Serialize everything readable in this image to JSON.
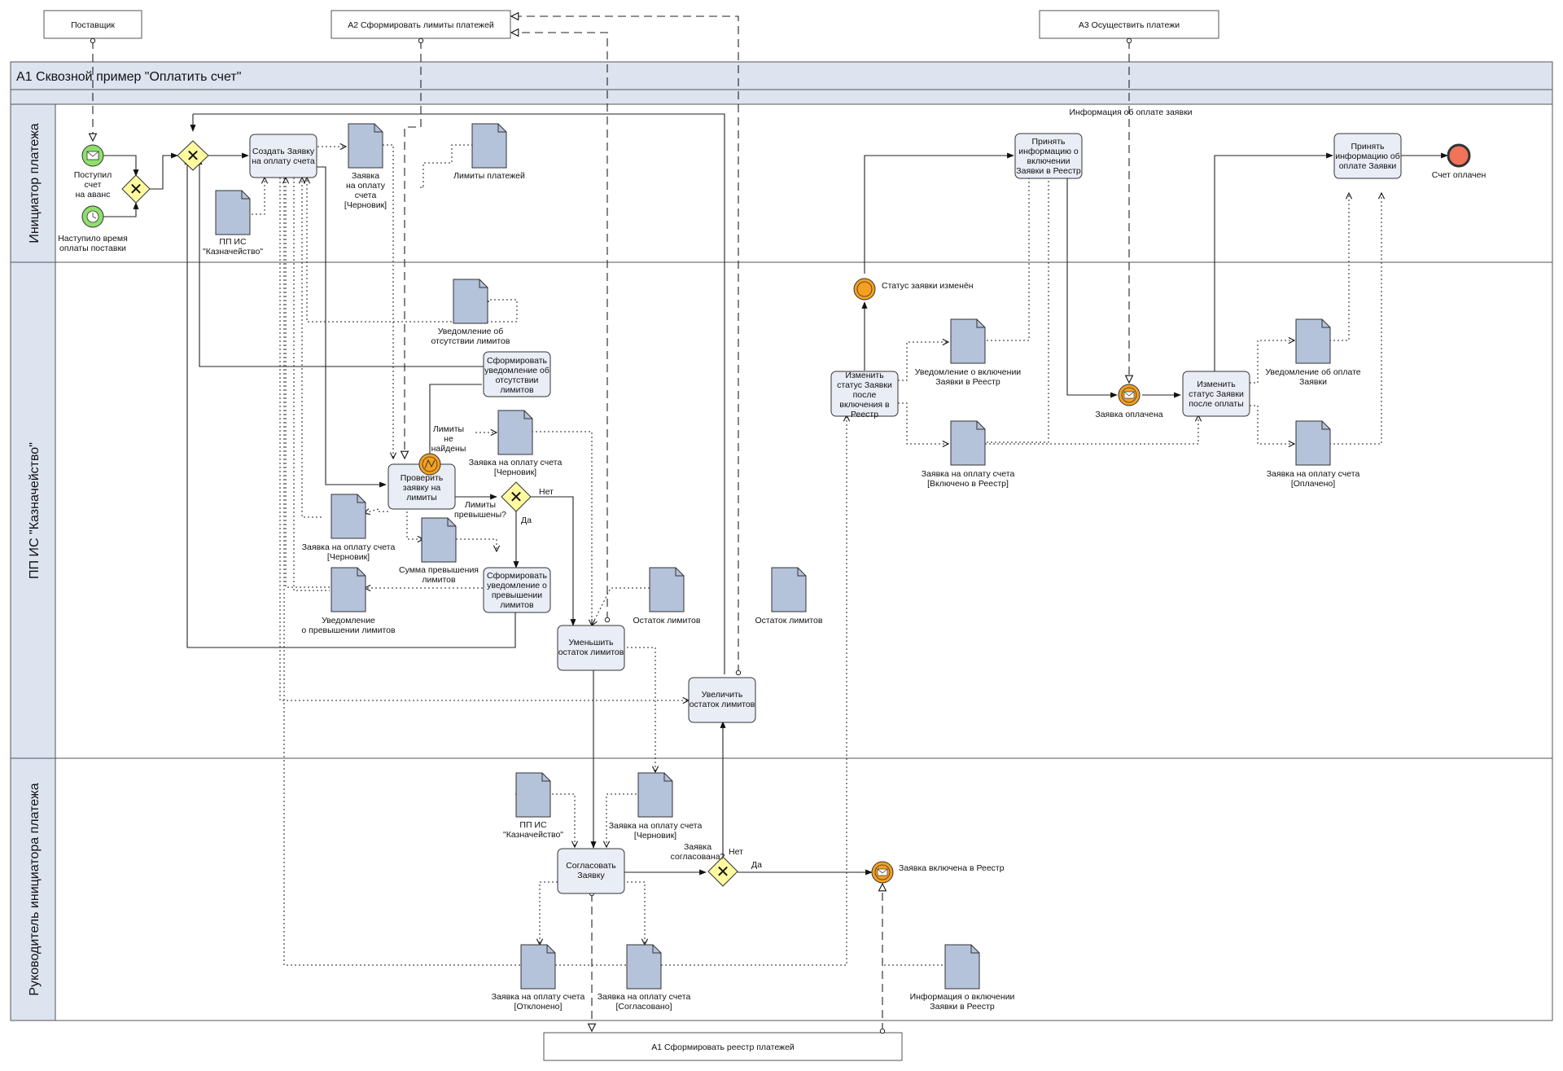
{
  "pool": {
    "title": "А1 Сквозной пример \"Оплатить счет\"",
    "lanes": [
      "Инициатор платежа",
      "ПП ИС \"Казначейство\"",
      "Руководитель инициатора платежа"
    ]
  },
  "external": {
    "supplier": "Поставщик",
    "a2": "А2 Сформировать лимиты платежей",
    "a3": "А3 Осуществить платежи",
    "a1_registry": "А1 Сформировать реестр платежей"
  },
  "events": {
    "invoice_received": [
      "Поступил",
      "счет",
      "на аванс"
    ],
    "payment_time": [
      "Наступило время",
      "оплаты поставки"
    ],
    "invoice_paid": "Счет оплачен",
    "status_changed": "Статус заявки изменён",
    "request_paid": "Заявка оплачена",
    "in_registry": "Заявка включена в Реестр",
    "limits_not_found": [
      "Лимиты",
      "не",
      "найдены"
    ]
  },
  "tasks": {
    "create_request": [
      "Создать Заявку",
      "на оплату счета"
    ],
    "form_no_limits": [
      "Сформировать",
      "уведомление об",
      "отсутствии",
      "лимитов"
    ],
    "check_limits": [
      "Проверить",
      "заявку на",
      "лимиты"
    ],
    "form_exceed": [
      "Сформировать",
      "уведомление о",
      "превышении",
      "лимитов"
    ],
    "decrease_limits": [
      "Уменьшить",
      "остаток лимитов"
    ],
    "increase_limits": [
      "Увеличить",
      "остаток лимитов"
    ],
    "approve": [
      "Согласовать",
      "Заявку"
    ],
    "change_status_registry": [
      "Изменить",
      "статус Заявки",
      "после",
      "включения в",
      "Реестр"
    ],
    "accept_registry_info": [
      "Принять",
      "информацию о",
      "включении",
      "Заявки в Реестр"
    ],
    "change_status_payment": [
      "Изменить",
      "статус Заявки",
      "после оплаты"
    ],
    "accept_payment_info": [
      "Принять",
      "информацию об",
      "оплате Заявки"
    ]
  },
  "gateways": {
    "limits_exceeded": [
      "Лимиты",
      "превышены?"
    ],
    "approved": [
      "Заявка",
      "согласована?"
    ],
    "yes": "Да",
    "no": "Нет"
  },
  "documents": {
    "draft_short": [
      "Заявка",
      "на оплату",
      "счета",
      "[Черновик]"
    ],
    "payment_limits": [
      "Лимиты платежей"
    ],
    "pp_is_top": [
      "ПП ИС",
      "\"Казначейство\""
    ],
    "no_limits_notice": [
      "Уведомление об",
      "отсутствии лимитов"
    ],
    "draft_a": [
      "Заявка на оплату счета",
      "[Черновик]"
    ],
    "draft_b": [
      "Заявка на оплату счета",
      "[Черновик]"
    ],
    "excess_sum": [
      "Сумма превышения",
      "лимитов"
    ],
    "exceed_notice": [
      "Уведомление",
      "о превышении лимитов"
    ],
    "remaining_1": [
      "Остаток лимитов"
    ],
    "remaining_2": [
      "Остаток лимитов"
    ],
    "pp_is_bottom": [
      "ПП ИС",
      "\"Казначейство\""
    ],
    "draft_c": [
      "Заявка на оплату счета",
      "[Черновик]"
    ],
    "rejected": [
      "Заявка на оплату счета",
      "[Отклонено]"
    ],
    "agreed": [
      "Заявка на оплату счета",
      "[Согласовано]"
    ],
    "registry_info": [
      "Информация о включении",
      "Заявки в Реестр"
    ],
    "registry_notice": [
      "Уведомление о включении",
      "Заявки в Реестр"
    ],
    "included": [
      "Заявка на оплату счета",
      "[Включено в Реестр]"
    ],
    "payment_notice": [
      "Уведомление об оплате",
      "Заявки"
    ],
    "paid": [
      "Заявка на оплату счета",
      "[Оплачено]"
    ]
  },
  "flow_labels": {
    "payment_info": "Информация об оплате заявки"
  },
  "colors": {
    "task_fill": "#e9edf5",
    "doc_fill": "#b4c2da",
    "start_event": "#8ee06a",
    "end_event": "#f0735a",
    "intermediate_event": "#f5a020",
    "gateway_fill": "#fffa9e",
    "header_fill": "#dde4f0",
    "lane_fill": "#dde4f0"
  }
}
